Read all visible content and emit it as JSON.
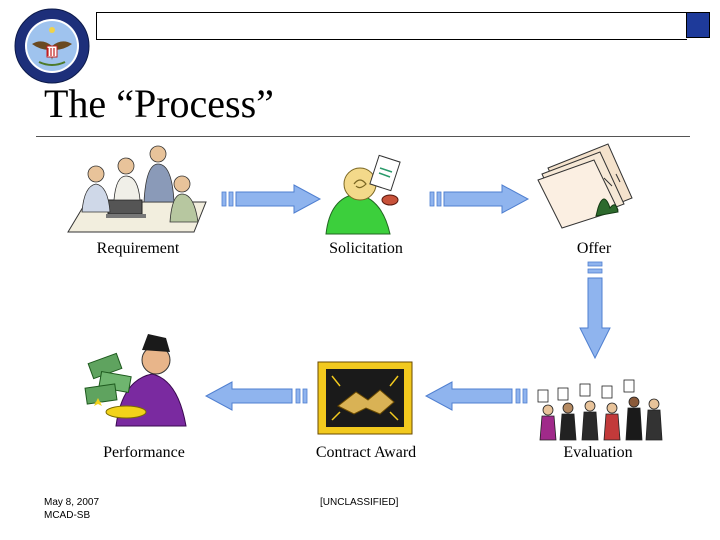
{
  "slide": {
    "title": "The “Process”",
    "footer_date": "May 8, 2007",
    "footer_org": "MCAD-SB",
    "classification": "[UNCLASSIFIED]"
  },
  "steps": [
    {
      "label": "Requirement",
      "icon": "people-meeting-icon"
    },
    {
      "label": "Solicitation",
      "icon": "person-reading-icon"
    },
    {
      "label": "Offer",
      "icon": "documents-stack-icon"
    },
    {
      "label": "Evaluation",
      "icon": "judges-scoring-icon"
    },
    {
      "label": "Contract Award",
      "icon": "handshake-icon"
    },
    {
      "label": "Performance",
      "icon": "magician-money-icon"
    }
  ],
  "colors": {
    "arrow_fill": "#8fb4ee",
    "arrow_stroke": "#4f7fd0",
    "accent_box": "#1e3a9a"
  }
}
